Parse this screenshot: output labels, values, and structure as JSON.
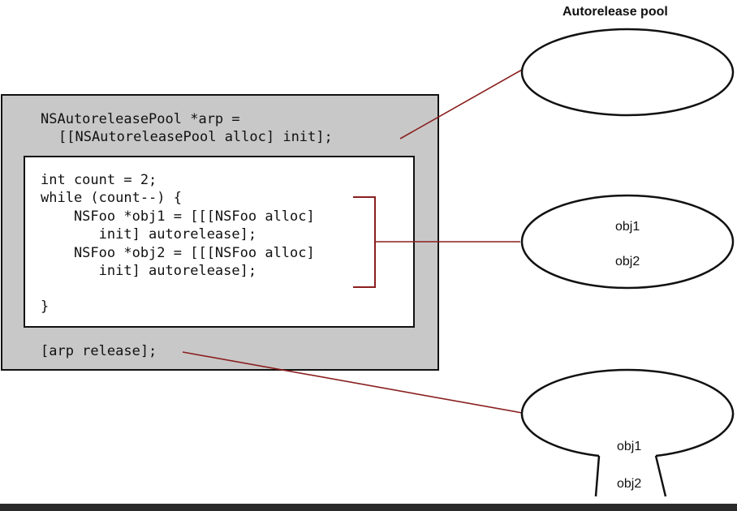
{
  "pool_title": "Autorelease pool",
  "outer_block": {
    "line1": "NSAutoreleasePool *arp =",
    "line2": "[[NSAutoreleasePool alloc] init];",
    "release_line": "[arp release];"
  },
  "inner_block": {
    "lines": [
      "int count = 2;",
      "while (count--) {",
      "    NSFoo *obj1 = [[[NSFoo alloc]",
      "       init] autorelease];",
      "    NSFoo *obj2 = [[[NSFoo alloc]",
      "       init] autorelease];",
      "}"
    ]
  },
  "pool_contents": {
    "middle": [
      "obj1",
      "obj2"
    ],
    "bottom": [
      "obj1",
      "obj2"
    ]
  },
  "colors": {
    "outer_fill": "#c8c8c8",
    "connector": "#8a1e1e",
    "bottom_bar": "#2b2b2b"
  }
}
